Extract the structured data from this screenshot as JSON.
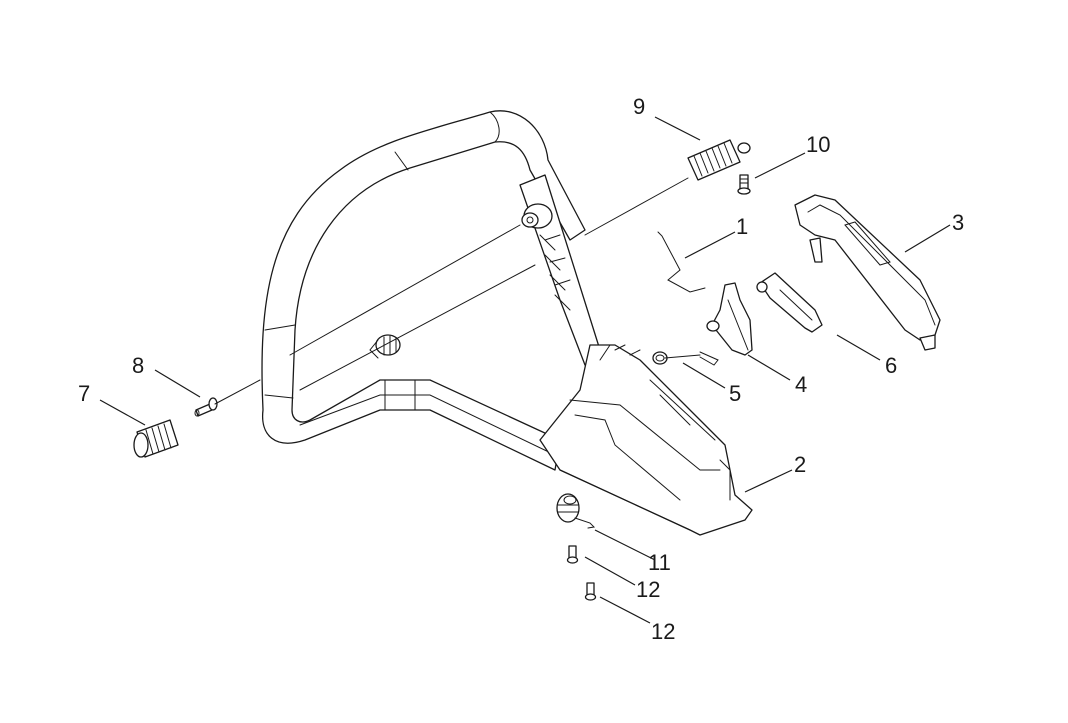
{
  "diagram": {
    "title": "Front handle assembly exploded view",
    "line_color": "#1a1a1a",
    "background": "#ffffff",
    "callouts": [
      {
        "id": "c1",
        "label": "1",
        "part": "throttle-rod"
      },
      {
        "id": "c2",
        "label": "2",
        "part": "handle-base"
      },
      {
        "id": "c3",
        "label": "3",
        "part": "handle-cover"
      },
      {
        "id": "c4",
        "label": "4",
        "part": "throttle-trigger"
      },
      {
        "id": "c5",
        "label": "5",
        "part": "torsion-spring"
      },
      {
        "id": "c6",
        "label": "6",
        "part": "throttle-lockout"
      },
      {
        "id": "c7",
        "label": "7",
        "part": "vibration-spring"
      },
      {
        "id": "c8",
        "label": "8",
        "part": "pin"
      },
      {
        "id": "c9",
        "label": "9",
        "part": "upper-vibration-spring"
      },
      {
        "id": "c10",
        "label": "10",
        "part": "screw"
      },
      {
        "id": "c11",
        "label": "11",
        "part": "lower-spring"
      },
      {
        "id": "c12a",
        "label": "12",
        "part": "screw"
      },
      {
        "id": "c12b",
        "label": "12",
        "part": "screw"
      }
    ]
  }
}
